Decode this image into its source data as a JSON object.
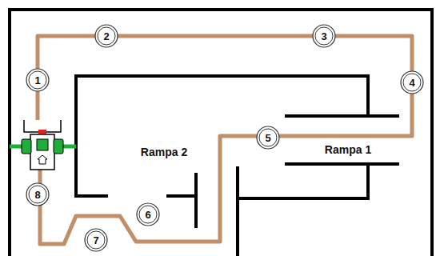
{
  "diagram": {
    "labels": [
      "1",
      "2",
      "3",
      "4",
      "5",
      "6",
      "7",
      "8",
      "Rampa 2",
      "Rampa 1"
    ]
  }
}
